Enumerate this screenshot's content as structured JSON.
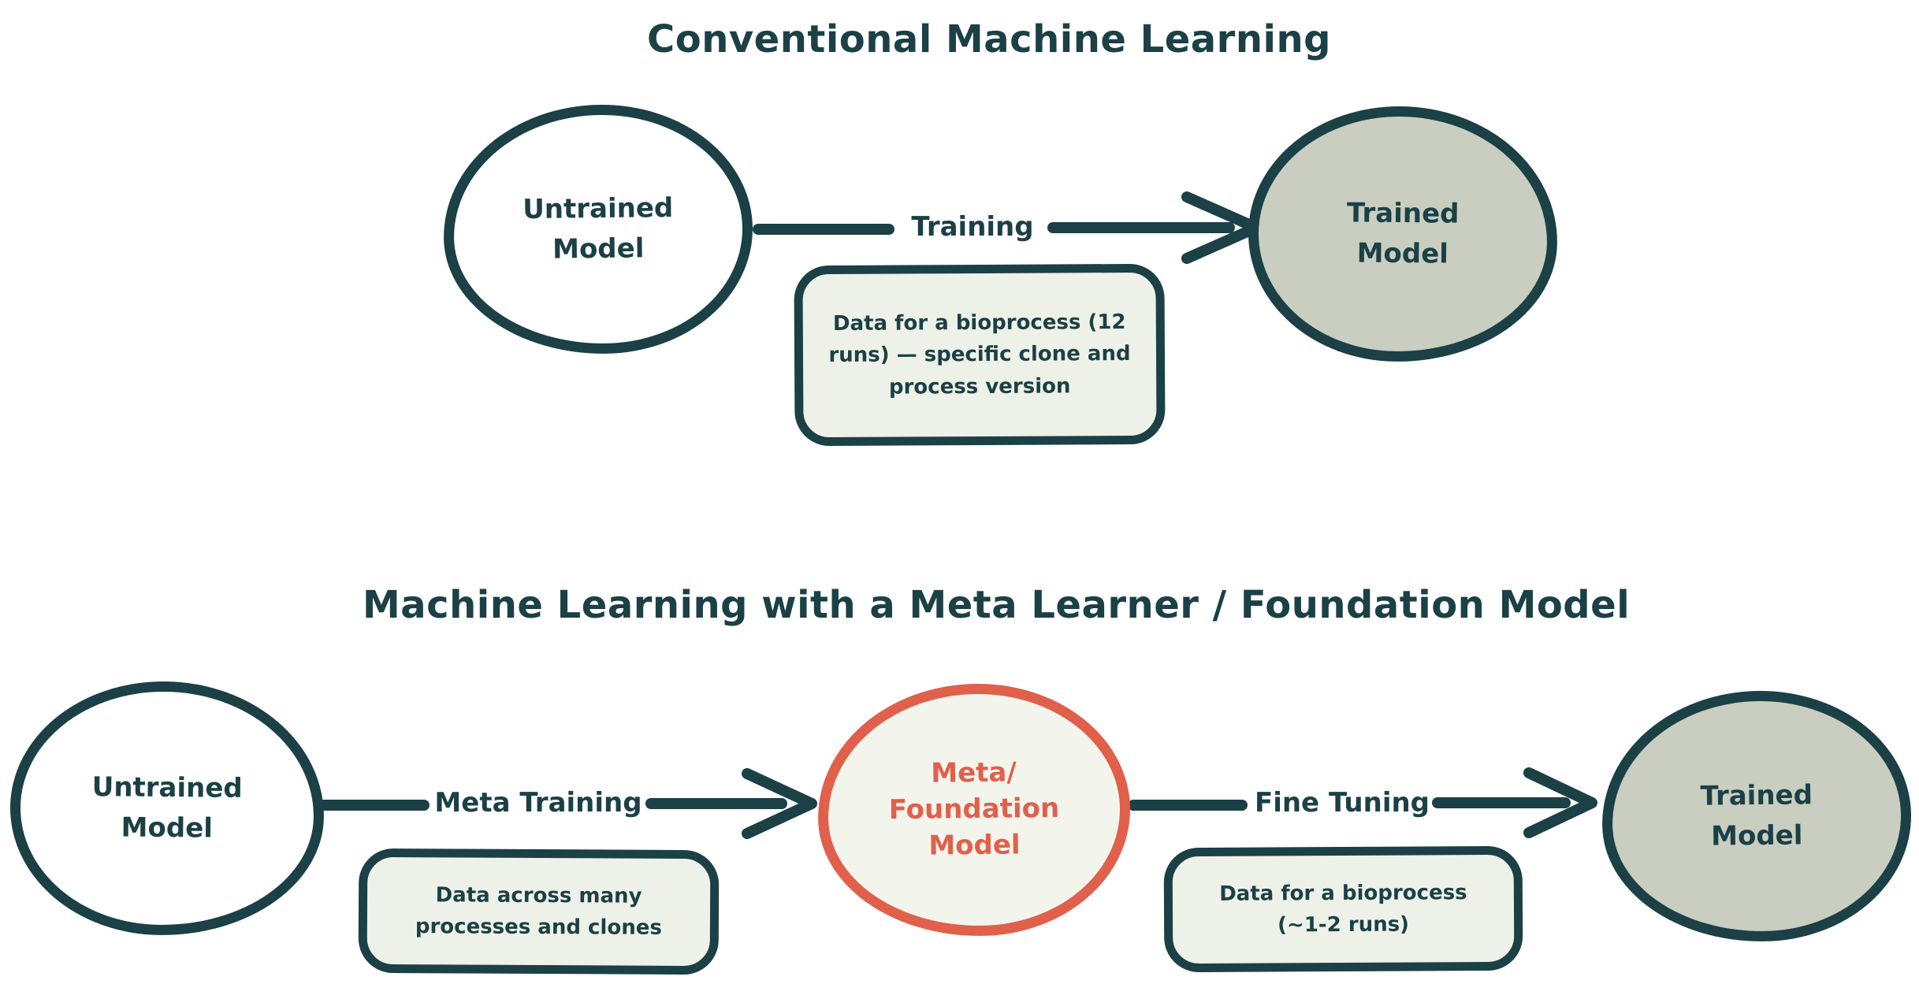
{
  "colors": {
    "background": "#ffffff",
    "teal": "#1b4046",
    "sage": "#c9cec0",
    "note_fill": "#eef1e7",
    "red": "#e0604c",
    "red_fill": "#f3f5ed"
  },
  "conventional": {
    "title": "Conventional Machine Learning",
    "untrained_model": "Untrained\nModel",
    "training_label": "Training",
    "training_note": "Data for a bioprocess (12\nruns) — specific clone and\nprocess version",
    "trained_model": "Trained\nModel"
  },
  "meta": {
    "title": "Machine Learning with a Meta Learner / Foundation Model",
    "untrained_model": "Untrained\nModel",
    "meta_training_label": "Meta Training",
    "meta_training_note": "Data across many\nprocesses and clones",
    "foundation_model": "Meta/\nFoundation\nModel",
    "fine_tuning_label": "Fine Tuning",
    "fine_tuning_note": "Data for a bioprocess\n(~1-2 runs)",
    "trained_model": "Trained\nModel"
  }
}
